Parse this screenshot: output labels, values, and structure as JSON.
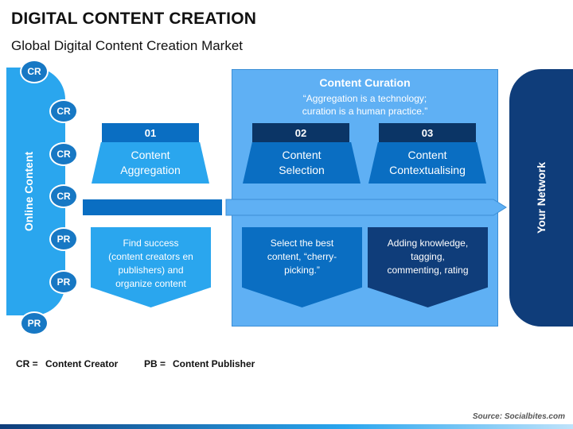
{
  "title": "DIGITAL CONTENT CREATION",
  "subtitle": "Global Digital Content Creation Market",
  "left_bar": {
    "label": "Online Content"
  },
  "circles": [
    "CR",
    "CR",
    "CR",
    "CR",
    "PR",
    "PR",
    "PR"
  ],
  "curation": {
    "title": "Content Curation",
    "quote_line1": "“Aggregation is a technology;",
    "quote_line2": "curation is a human practice.”"
  },
  "steps": [
    {
      "number": "01",
      "line1": "Content",
      "line2": "Aggregation",
      "desc": [
        "Find success",
        "(content creators en",
        "publishers) and",
        "organize content"
      ]
    },
    {
      "number": "02",
      "line1": "Content",
      "line2": "Selection",
      "desc": [
        "Select the best",
        "content, “cherry-",
        "picking.”"
      ]
    },
    {
      "number": "03",
      "line1": "Content",
      "line2": "Contextualising",
      "desc": [
        "Adding knowledge,",
        "tagging,",
        "commenting, rating"
      ]
    }
  ],
  "right_bar": {
    "label": "Your Network"
  },
  "legend": [
    {
      "key": "CR =",
      "value": "Content Creator"
    },
    {
      "key": "PB =",
      "value": "Content Publisher"
    }
  ],
  "source": "Source: Socialbites.com",
  "colors": {
    "light_blue": "#2aa6ee",
    "mid_blue": "#5fb0f4",
    "blue": "#0a6ec2",
    "dark_blue": "#0f3d7a",
    "navy_tab": "#0b3566"
  }
}
